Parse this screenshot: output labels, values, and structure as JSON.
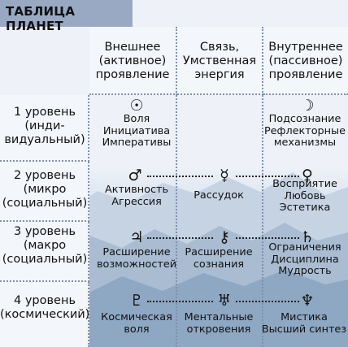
{
  "title": "ТАБЛИЦА ПЛАНЕТ",
  "columns": [
    "Внешнее\n(активное)\nпроявление",
    "Связь,\nУмственная\nэнергия",
    "Внутреннее\n(пассивное)\nпроявление"
  ],
  "levels": [
    "1 уровень\n(инди-\nвидуальный)",
    "2 уровень\n(микро\n(социальный)",
    "3 уровень\n(макро\n(социальный)",
    "4 уровень\n(космический)"
  ],
  "cells": {
    "l1_active": {
      "symbol": "☉",
      "text": "Воля\nИнициатива\nИмперативы"
    },
    "l1_passive": {
      "symbol": "☽",
      "text": "Подсознание\nРефлекторные\nмеханизмы"
    },
    "l2_active": {
      "symbol": "♂",
      "text": "Активность\nАгрессия"
    },
    "l2_middle": {
      "symbol": "☿",
      "text": "Рассудок"
    },
    "l2_passive": {
      "symbol": "♀",
      "text": "Восприятие\nЛюбовь\nЭстетика"
    },
    "l3_active": {
      "symbol": "♃",
      "text": "Расширение\nвозможностей"
    },
    "l3_middle": {
      "symbol": "⚷",
      "text": "Расширение\nсознания"
    },
    "l3_passive": {
      "symbol": "♄",
      "text": "Ограничения\nДисциплина\nМудрость"
    },
    "l4_active": {
      "symbol": "♇",
      "text": "Космическая\nволя"
    },
    "l4_middle": {
      "symbol": "♅",
      "text": "Ментальные\nоткровения"
    },
    "l4_passive": {
      "symbol": "♆",
      "text": "Мистика\nВысший синтез"
    }
  }
}
